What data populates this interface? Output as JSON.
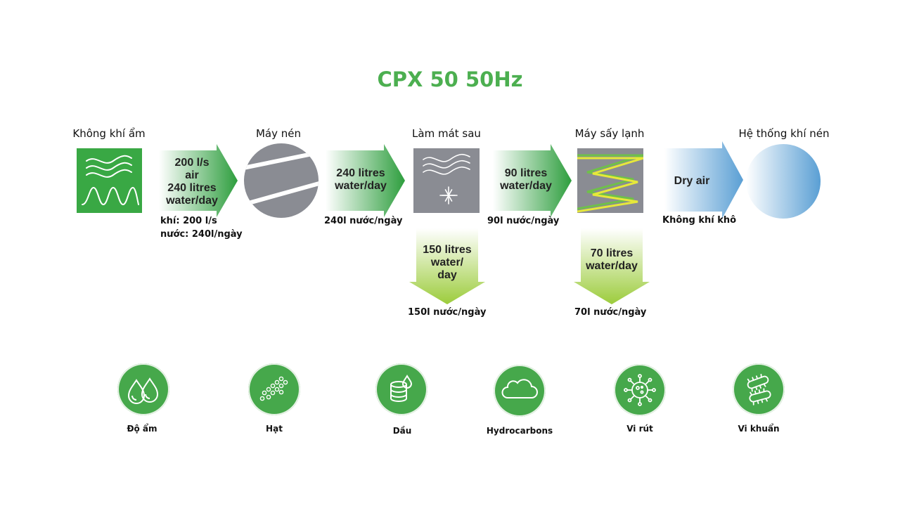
{
  "title": "CPX 50 50Hz",
  "stages": [
    {
      "label": "Không khí ẩm"
    },
    {
      "label": "Máy nén"
    },
    {
      "label": "Làm mát sau"
    },
    {
      "label": "Máy sấy lạnh"
    },
    {
      "label": "Hệ thống khí nén"
    }
  ],
  "arrows": {
    "a1": {
      "lines": [
        "200 l/s",
        "air",
        "240 litres",
        "water/day"
      ],
      "caption": [
        "khí: 200 l/s",
        "nước: 240l/ngày"
      ]
    },
    "a2": {
      "lines": [
        "240 litres",
        "water/day"
      ],
      "caption": [
        "240l nước/ngày"
      ]
    },
    "a3": {
      "lines": [
        "90 litres",
        "water/day"
      ],
      "caption": [
        "90l nước/ngày"
      ]
    },
    "a4": {
      "lines": [
        "Dry air"
      ],
      "caption": [
        "Không khí khô"
      ]
    },
    "d1": {
      "lines": [
        "150 litres",
        "water/",
        "day"
      ],
      "caption": [
        "150l nước/ngày"
      ]
    },
    "d2": {
      "lines": [
        "70 litres",
        "water/day"
      ],
      "caption": [
        "70l nước/ngày"
      ]
    }
  },
  "contaminants": [
    {
      "label": "Độ ẩm",
      "icon": "water-drops-icon"
    },
    {
      "label": "Hạt",
      "icon": "particles-icon"
    },
    {
      "label": "Dầu",
      "icon": "oil-drum-icon"
    },
    {
      "label": "Hydrocarbons",
      "icon": "cloud-icon"
    },
    {
      "label": "Vi rút",
      "icon": "virus-icon"
    },
    {
      "label": "Vi khuẩn",
      "icon": "bacteria-icon"
    }
  ],
  "colors": {
    "accent": "#4caf50",
    "icon_circle": "#46a84b",
    "stage_gray": "#8a8c93",
    "stage_green": "#39a844"
  }
}
